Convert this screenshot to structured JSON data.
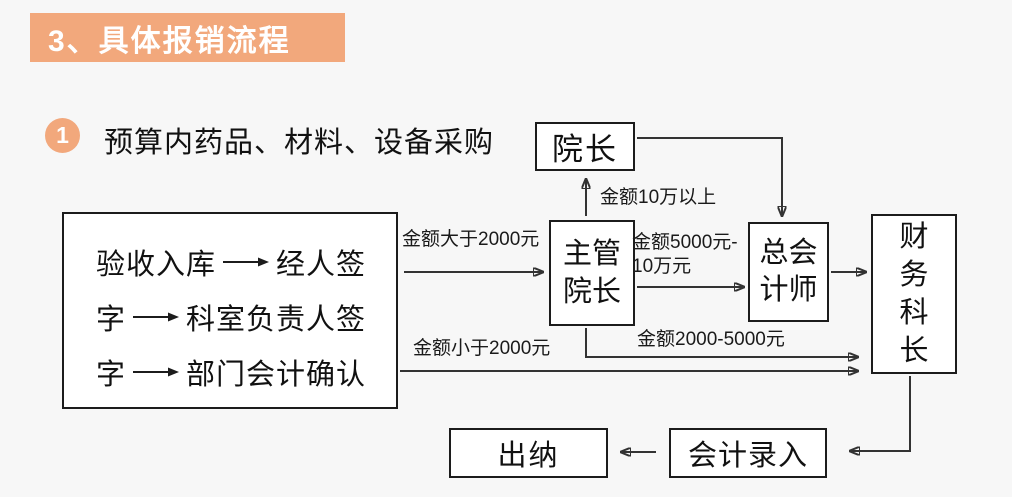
{
  "page": {
    "background_color": "#f7f7f7",
    "accent_color": "#f2a87c",
    "line_color": "#333333",
    "box_fill_color": "#ffffff"
  },
  "title": {
    "text": "3、具体报销流程"
  },
  "step": {
    "number": "1",
    "heading": "预算内药品、材料、设备采购"
  },
  "flow": {
    "source": {
      "lines": [
        {
          "pre": "验收入库",
          "post": "经人签"
        },
        {
          "pre": "字",
          "post": "科室负责人签"
        },
        {
          "pre": "字",
          "post": "部门会计确认"
        }
      ]
    },
    "nodes": {
      "dean": {
        "label": "院长"
      },
      "deputy_dean": {
        "lines": [
          "主管",
          "院长"
        ]
      },
      "chief_accountant": {
        "lines": [
          "总会",
          "计师"
        ]
      },
      "finance_chief": {
        "lines": [
          "财",
          "务",
          "科",
          "长"
        ]
      },
      "cashier": {
        "label": "出纳"
      },
      "accounting_entry": {
        "label": "会计录入"
      }
    },
    "edges": {
      "source_to_deputy": {
        "label": "金额大于2000元"
      },
      "deputy_to_dean": {
        "label": "金额10万以上"
      },
      "deputy_to_chief": {
        "line1": "金额5000元-",
        "line2": "10万元"
      },
      "deputy_to_finance": {
        "label": "金额2000-5000元"
      },
      "source_to_finance": {
        "label": "金额小于2000元"
      }
    }
  }
}
